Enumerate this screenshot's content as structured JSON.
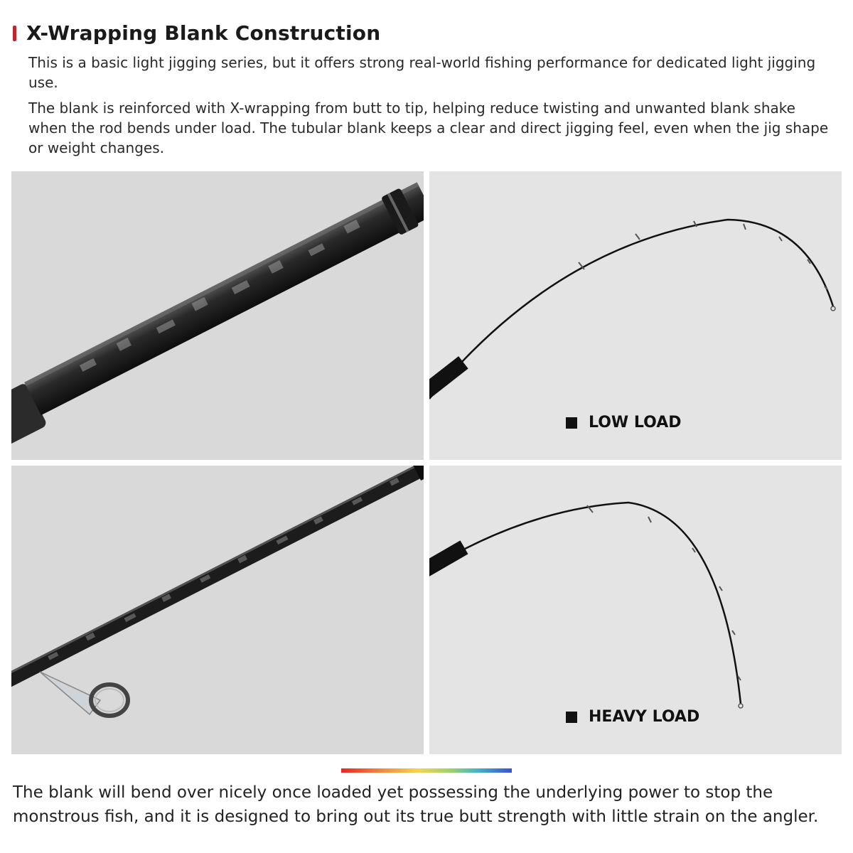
{
  "header": {
    "title": "X-Wrapping Blank Construction",
    "paragraph_1": "This is a basic light jigging series, but it offers strong real-world fishing performance for dedicated light jigging use.",
    "paragraph_2": "The blank is reinforced with X-wrapping from butt to tip, helping reduce twisting and unwanted blank shake when the rod bends under load. The tubular blank keeps a clear and direct jigging feel, even when the jig shape or weight changes."
  },
  "panels": {
    "low_load_label": "LOW LOAD",
    "heavy_load_label": "HEAVY LOAD"
  },
  "footer": {
    "text": "The blank will bend over nicely once loaded yet possessing the underlying power to stop the monstrous fish, and it is designed to bring out its true butt strength with little strain on the angler."
  },
  "colors": {
    "accent": "#c0252b",
    "panel_bg": "#d9d9d9"
  }
}
